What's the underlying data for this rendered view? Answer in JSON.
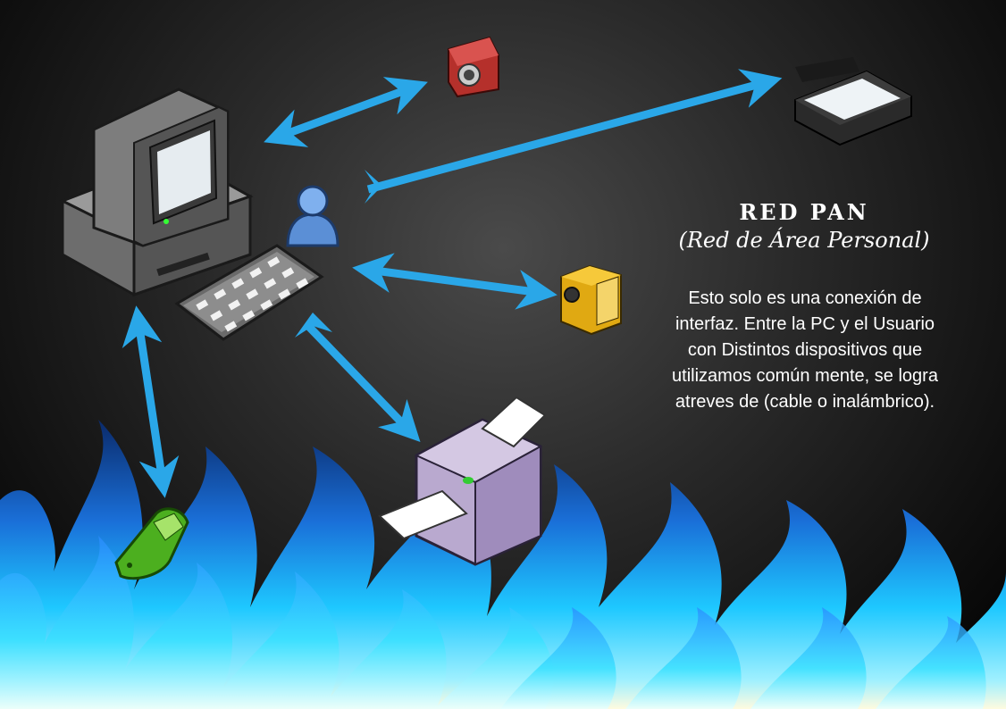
{
  "diagram": {
    "title": "RED PAN",
    "subtitle": "(Red de Área Personal)",
    "description": "Esto solo es una conexión de interfaz. Entre la PC y el Usuario con Distintos dispositivos que utilizamos común mente, se logra atreves de (cable o inalámbrico).",
    "nodes": [
      {
        "id": "computer",
        "icon": "desktop-computer-icon"
      },
      {
        "id": "user",
        "icon": "user-icon"
      },
      {
        "id": "camera",
        "icon": "camera-icon"
      },
      {
        "id": "scanner",
        "icon": "scanner-icon"
      },
      {
        "id": "camcorder",
        "icon": "camcorder-icon"
      },
      {
        "id": "printer",
        "icon": "printer-icon"
      },
      {
        "id": "phone",
        "icon": "mobile-phone-icon"
      }
    ],
    "colors": {
      "arrow": "#2aa7e8",
      "flame": "#1ec8ff",
      "background": "#1a1a1a"
    }
  }
}
